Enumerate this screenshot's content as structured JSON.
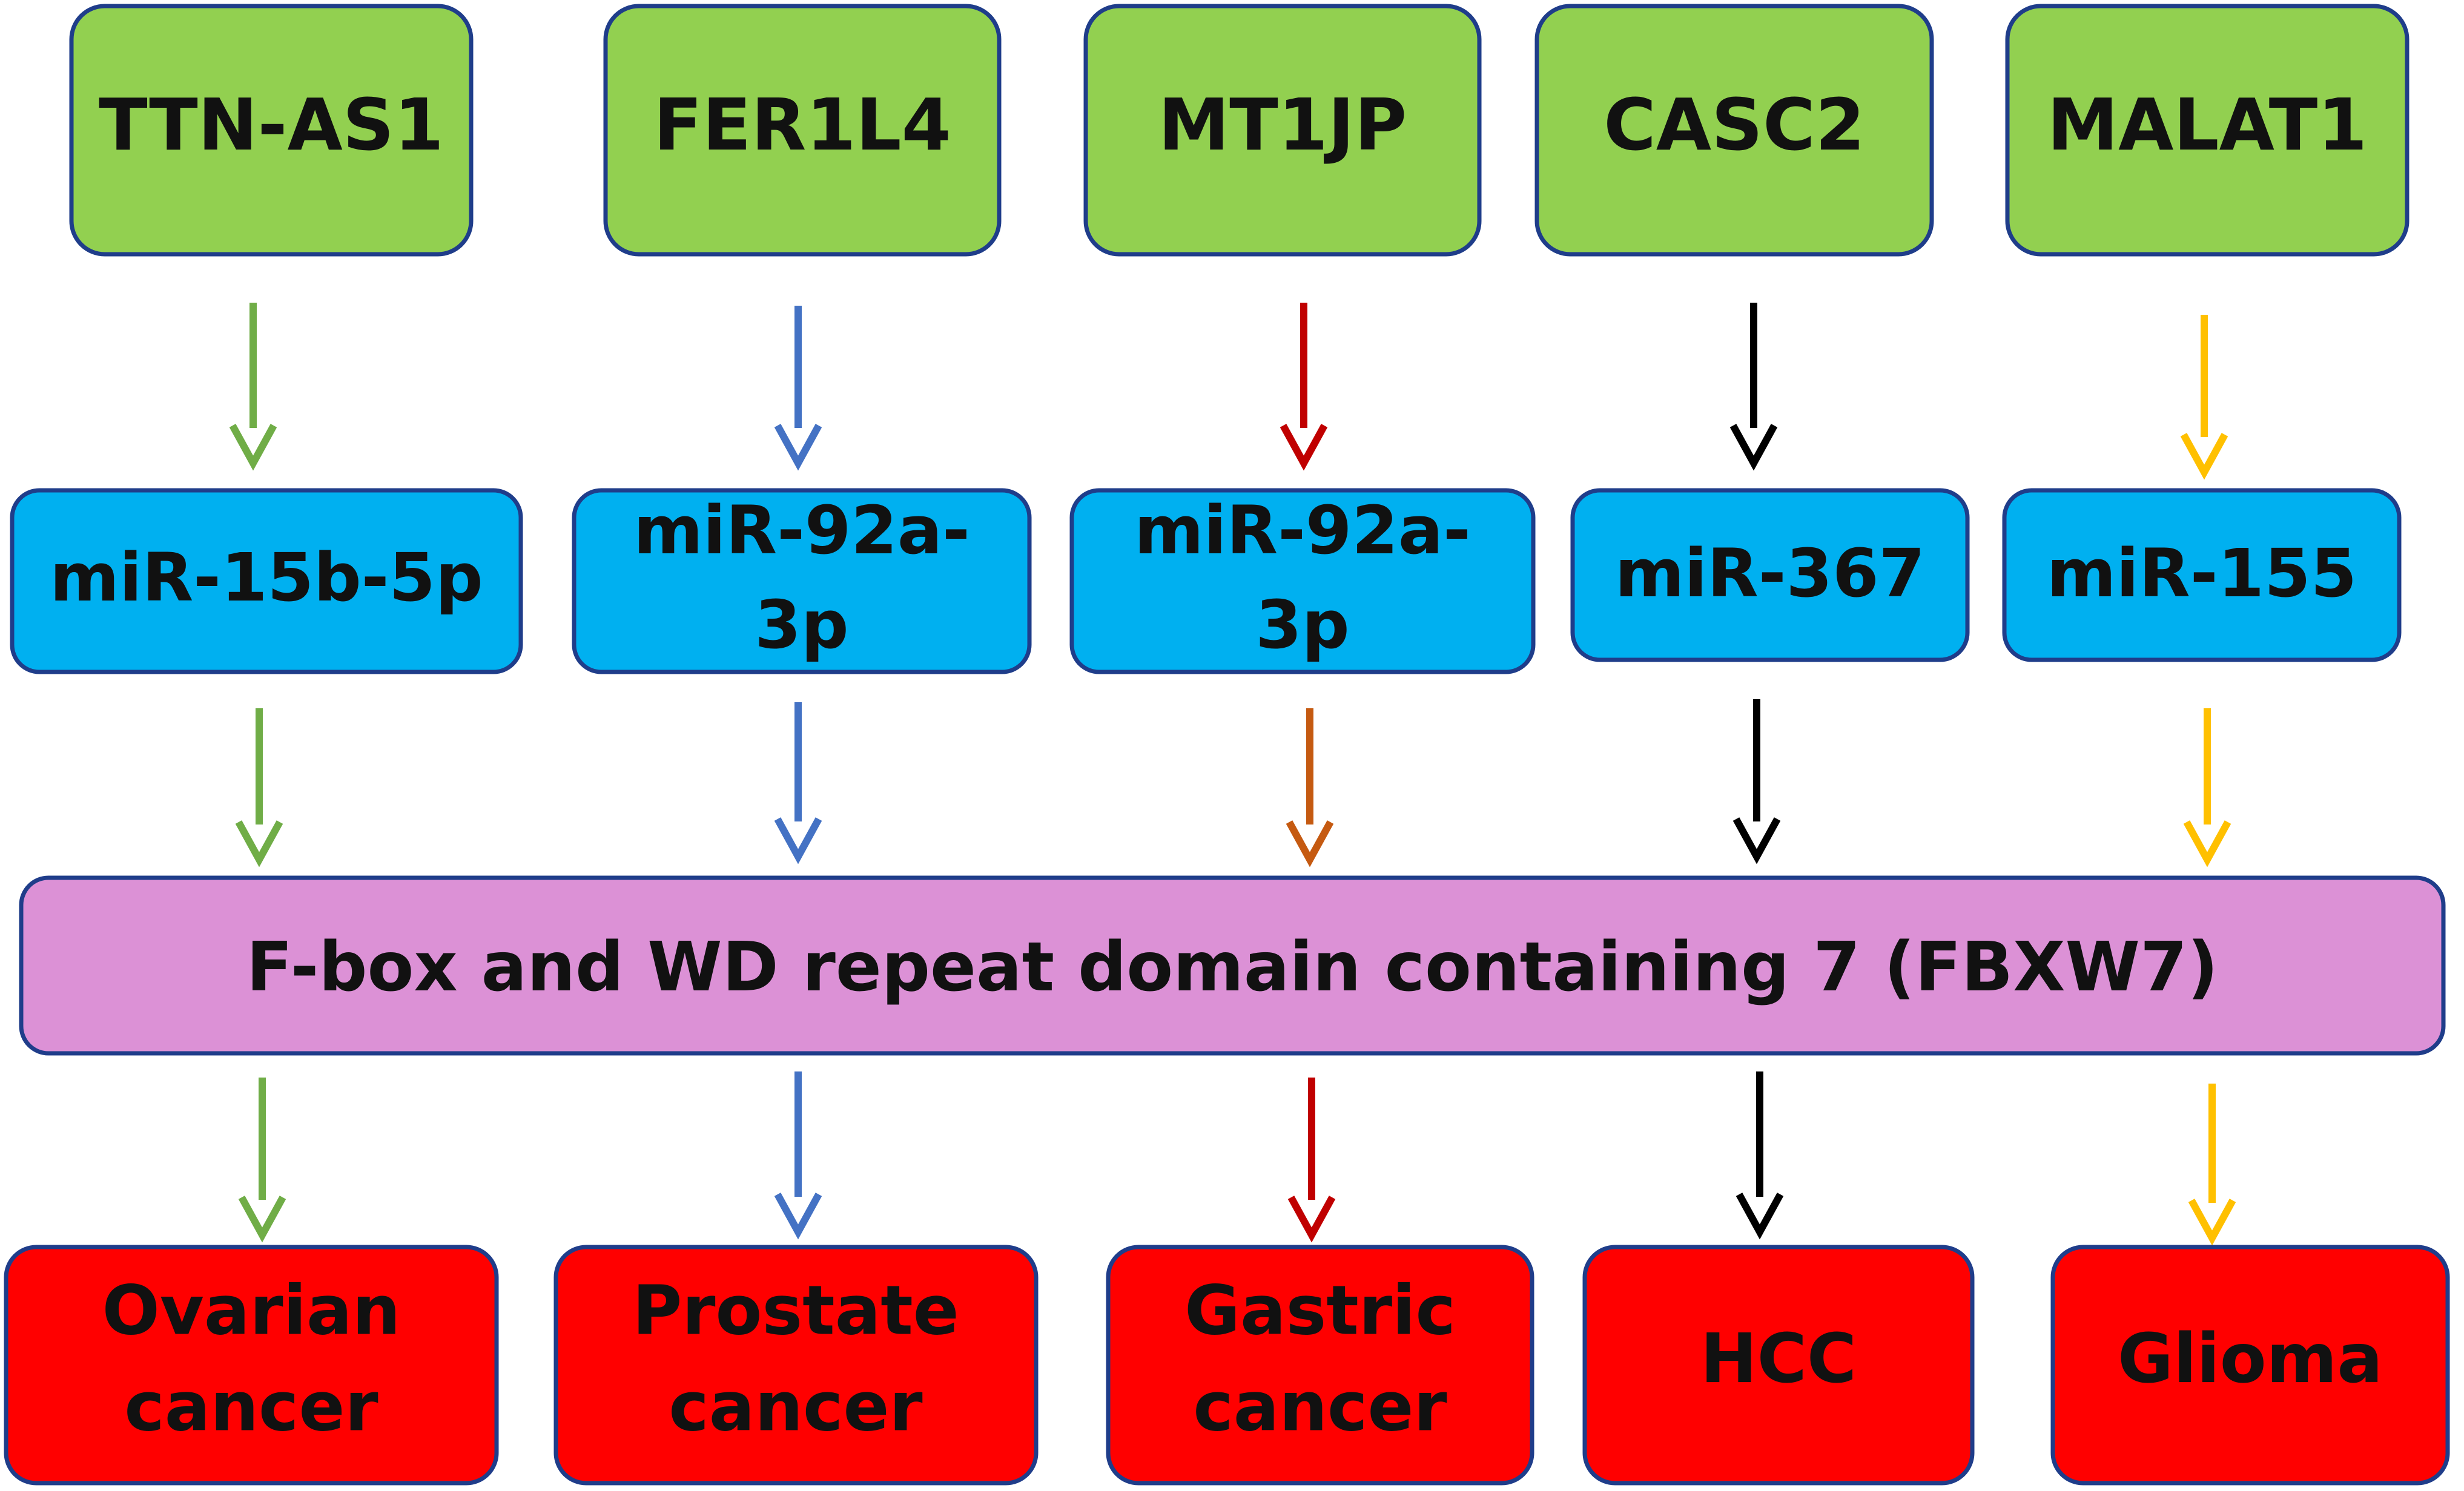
{
  "colors": {
    "lncrna_fill": "#92d050",
    "mirna_fill": "#00b0f0",
    "hub_fill": "#dc91d6",
    "cancer_fill": "#ff0000",
    "box_border": "#1f3d8a",
    "arrow_green": "#70ad47",
    "arrow_blue": "#4472c4",
    "arrow_red": "#c00000",
    "arrow_orange": "#c55a11",
    "arrow_black": "#000000",
    "arrow_yellow": "#ffc000"
  },
  "lncrnas": [
    {
      "lines": [
        "TTN-AS1"
      ]
    },
    {
      "lines": [
        "FER1L4"
      ]
    },
    {
      "lines": [
        "MT1JP"
      ]
    },
    {
      "lines": [
        "CASC2"
      ]
    },
    {
      "lines": [
        "MALAT1"
      ]
    }
  ],
  "mirnas": [
    {
      "lines": [
        "miR-15b-5p"
      ]
    },
    {
      "lines": [
        "miR-92a-",
        "3p"
      ]
    },
    {
      "lines": [
        "miR-92a-",
        "3p"
      ]
    },
    {
      "lines": [
        "miR-367"
      ]
    },
    {
      "lines": [
        "miR-155"
      ]
    }
  ],
  "hub": {
    "label": "F-box and WD repeat domain containing 7 (FBXW7)"
  },
  "cancers": [
    {
      "lines": [
        "Ovarian",
        "cancer"
      ]
    },
    {
      "lines": [
        "Prostate",
        "cancer"
      ]
    },
    {
      "lines": [
        "Gastric",
        "cancer"
      ]
    },
    {
      "lines": [
        "HCC"
      ]
    },
    {
      "lines": [
        "Glioma"
      ]
    }
  ],
  "arrows": {
    "lnc_to_mir": [
      "arrow_green",
      "arrow_blue",
      "arrow_red",
      "arrow_black",
      "arrow_yellow"
    ],
    "mir_to_hub": [
      "arrow_green",
      "arrow_blue",
      "arrow_orange",
      "arrow_black",
      "arrow_yellow"
    ],
    "hub_to_cancer": [
      "arrow_green",
      "arrow_blue",
      "arrow_red",
      "arrow_black",
      "arrow_yellow"
    ]
  }
}
